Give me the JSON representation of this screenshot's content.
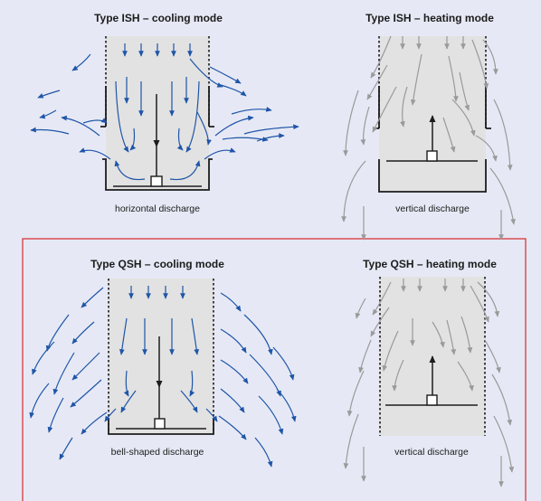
{
  "panels": {
    "ish_cooling": {
      "title": "Type ISH – cooling mode",
      "caption": "horizontal discharge"
    },
    "ish_heating": {
      "title": "Type ISH – heating mode",
      "caption": "vertical discharge"
    },
    "qsh_cooling": {
      "title": "Type QSH – cooling mode",
      "caption": "bell-shaped discharge"
    },
    "qsh_heating": {
      "title": "Type QSH – heating mode",
      "caption": "vertical discharge"
    }
  },
  "colors": {
    "background": "#e6e9f5",
    "unit_fill": "#e2e2e2",
    "cool_arrow": "#1f55a8",
    "heat_arrow": "#9a9a9a",
    "highlight_frame": "#d9262b",
    "structure": "#1c1c1c"
  }
}
